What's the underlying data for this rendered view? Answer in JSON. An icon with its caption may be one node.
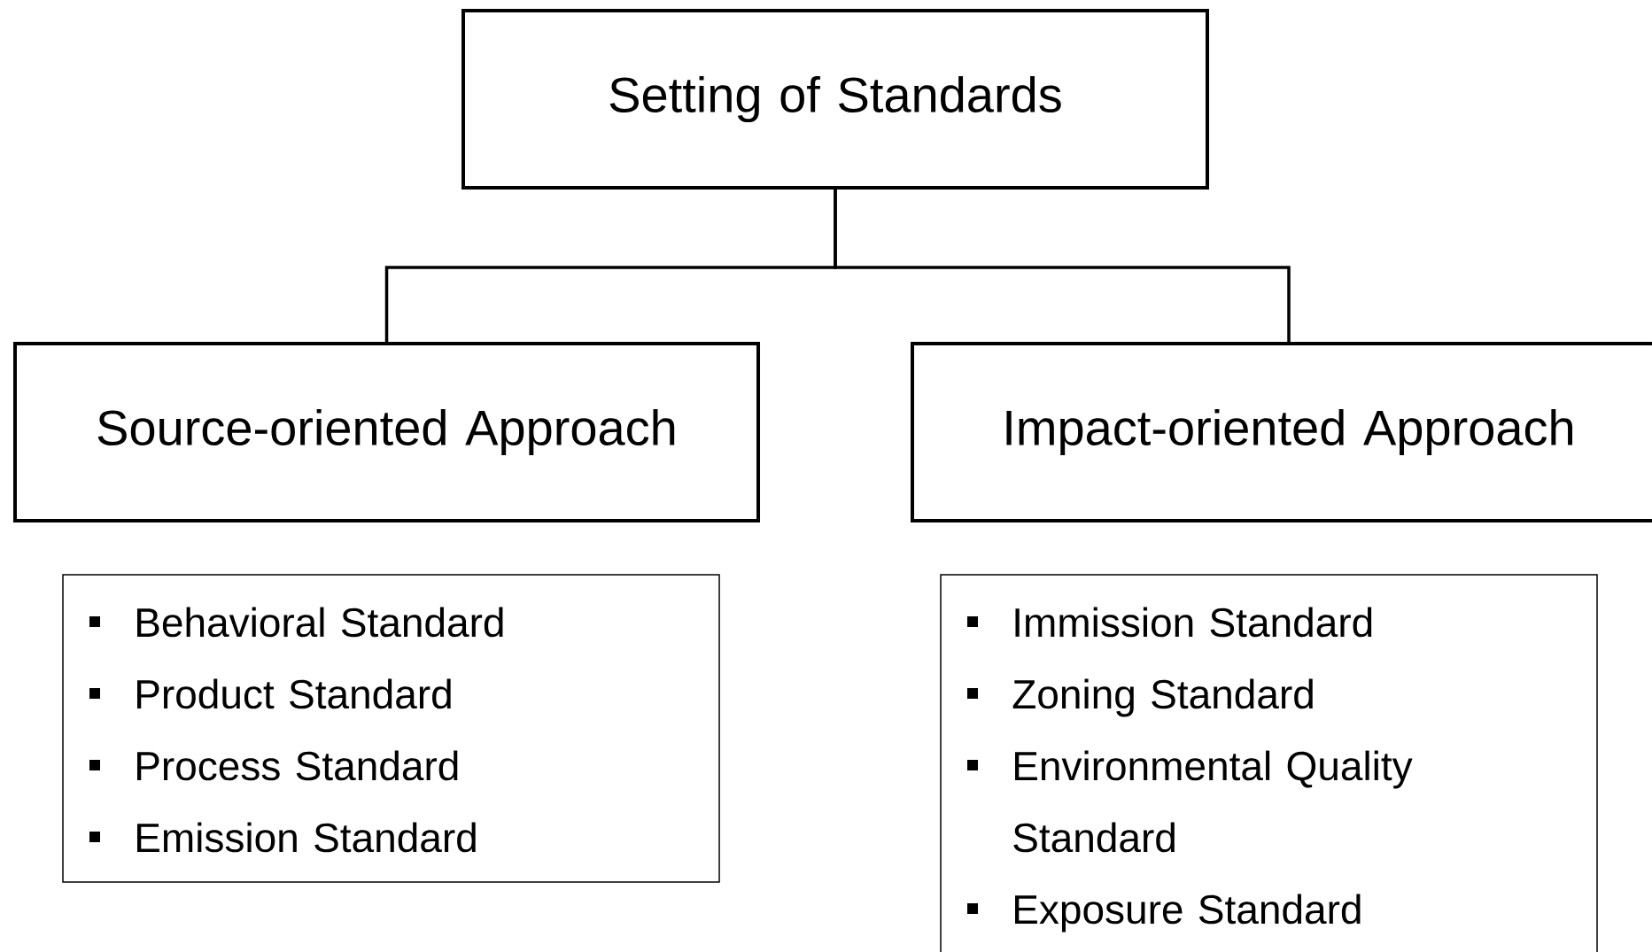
{
  "diagram": {
    "nodes": [
      {
        "text": [
          "Setting of Standards"
        ]
      },
      {
        "text": [
          "Source-oriented Approach"
        ]
      },
      {
        "text": [
          "Impact-oriented Approach"
        ]
      },
      {
        "text": [
          "Behavioral Standard",
          "Product Standard",
          "Process Standard",
          "Emission Standard"
        ]
      },
      {
        "text": [
          "Immission Standard",
          "Zoning Standard",
          "Environmental Quality Standard",
          "Exposure Standard"
        ]
      }
    ],
    "edges": [
      {
        "from": 0,
        "to": 1,
        "arrow": "none"
      },
      {
        "from": 0,
        "to": 2,
        "arrow": "none"
      }
    ]
  }
}
